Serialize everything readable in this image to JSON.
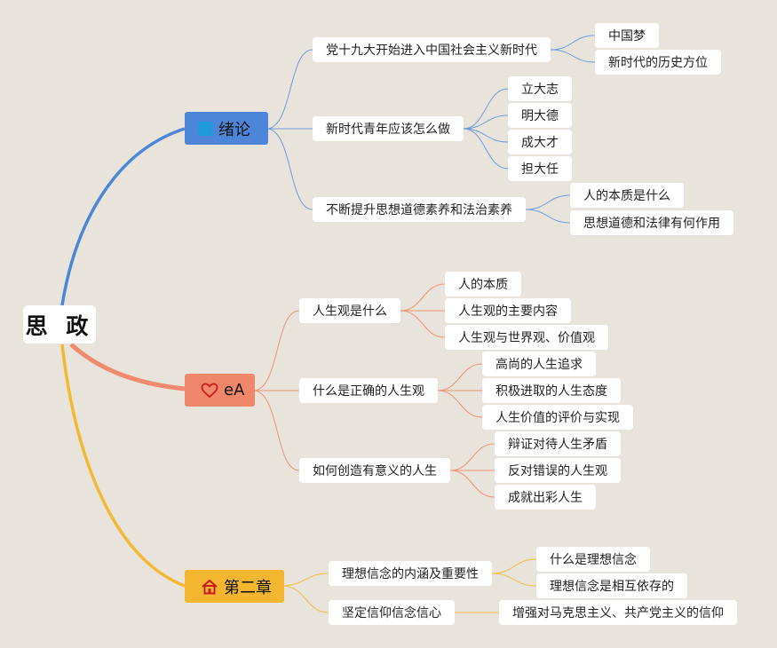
{
  "root": {
    "label": "思 政"
  },
  "branches": [
    {
      "label": "绪论",
      "icon": "blue-square-icon",
      "color": "#4d86d9",
      "fill": "#4d86d9",
      "children": [
        {
          "label": "党十九大开始进入中国社会主义新时代",
          "children": [
            "中国梦",
            "新时代的历史方位"
          ]
        },
        {
          "label": "新时代青年应该怎么做",
          "children": [
            "立大志",
            "明大德",
            "成大才",
            "担大任"
          ]
        },
        {
          "label": "不断提升思想道德素养和法治素养",
          "children": [
            "人的本质是什么",
            "思想道德和法律有何作用"
          ]
        }
      ]
    },
    {
      "label": "eA",
      "icon": "heart-outline-icon",
      "color": "#f08a6e",
      "fill": "#f0866a",
      "children": [
        {
          "label": "人生观是什么",
          "children": [
            "人的本质",
            "人生观的主要内容",
            "人生观与世界观、价值观"
          ]
        },
        {
          "label": "什么是正确的人生观",
          "children": [
            "高尚的人生追求",
            "积极进取的人生态度",
            "人生价值的评价与实现"
          ]
        },
        {
          "label": "如何创造有意义的人生",
          "children": [
            "辩证对待人生矛盾",
            "反对错误的人生观",
            "成就出彩人生"
          ]
        }
      ]
    },
    {
      "label": "第二章",
      "icon": "house-icon",
      "color": "#f2b935",
      "fill": "#f3b62e",
      "children": [
        {
          "label": "理想信念的内涵及重要性",
          "children": [
            "什么是理想信念",
            "理想信念是相互依存的"
          ]
        },
        {
          "label": "坚定信仰信念信心",
          "children": [
            "增强对马克思主义、共产党主义的信仰"
          ]
        }
      ]
    }
  ]
}
